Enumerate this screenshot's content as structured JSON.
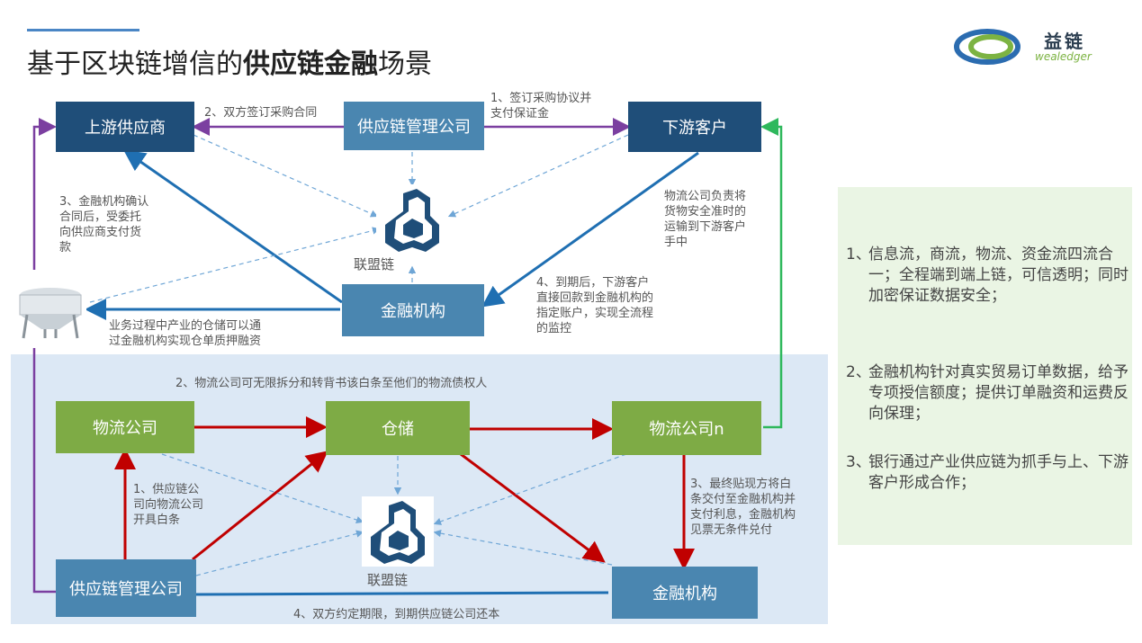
{
  "title": {
    "part1": "基于区块链增信的",
    "bold": "供应链金融",
    "part2": "场景"
  },
  "logo": {
    "cn": "益链",
    "en": "wealedger"
  },
  "upper": {
    "upstream": "上游供应商",
    "scm": "供应链管理公司",
    "downstream": "下游客户",
    "finance": "金融机构",
    "chain_label": "联盟链",
    "label_sign_contract": "2、双方签订采购合同",
    "label_sign_agreement": [
      "1、签订采购协议并",
      "支付保证金"
    ],
    "label_finance_confirm": [
      "3、金融机构确认",
      "合同后，受委托",
      "向供应商支付货",
      "款"
    ],
    "label_logistics": [
      "物流公司负责将",
      "货物安全准时的",
      "运输到下游客户",
      "手中"
    ],
    "label_repay": [
      "4、到期后，下游客户",
      "直接回款到金融机构的",
      "指定账户，实现全流程",
      "的监控"
    ],
    "label_warehouse": [
      "业务过程中产业的仓储可以通",
      "过金融机构实现仓单质押融资"
    ]
  },
  "lower": {
    "logistics": "物流公司",
    "warehouse": "仓储",
    "logistics_n": "物流公司n",
    "scm": "供应链管理公司",
    "finance": "金融机构",
    "chain_label": "联盟链",
    "label_split": "2、物流公司可无限拆分和转背书该白条至他们的物流债权人",
    "label_issue": [
      "1、供应链公",
      "司向物流公司",
      "开具白条"
    ],
    "label_discount": [
      "3、最终贴现方将白",
      "条交付至金融机构并",
      "支付利息，金融机构",
      "见票无条件兑付"
    ],
    "label_term": "4、双方约定期限，到期供应链公司还本"
  },
  "panel": [
    {
      "num": "1、",
      "text": "信息流，商流，物流、资金流四流合一；全程端到端上链，可信透明；同时加密保证数据安全；"
    },
    {
      "num": "2、",
      "text": "金融机构针对真实贸易订单数据，给予专项授信额度；提供订单融资和运费反向保理；"
    },
    {
      "num": "3、",
      "text": "银行通过产业供应链为抓手与上、下游客户形成合作；"
    }
  ],
  "colors": {
    "navy": "#1f4e79",
    "steel": "#4a86b0",
    "green": "#7eab45",
    "purple": "#7b3fa0",
    "red": "#c00000",
    "bright_green": "#2eb85c"
  }
}
